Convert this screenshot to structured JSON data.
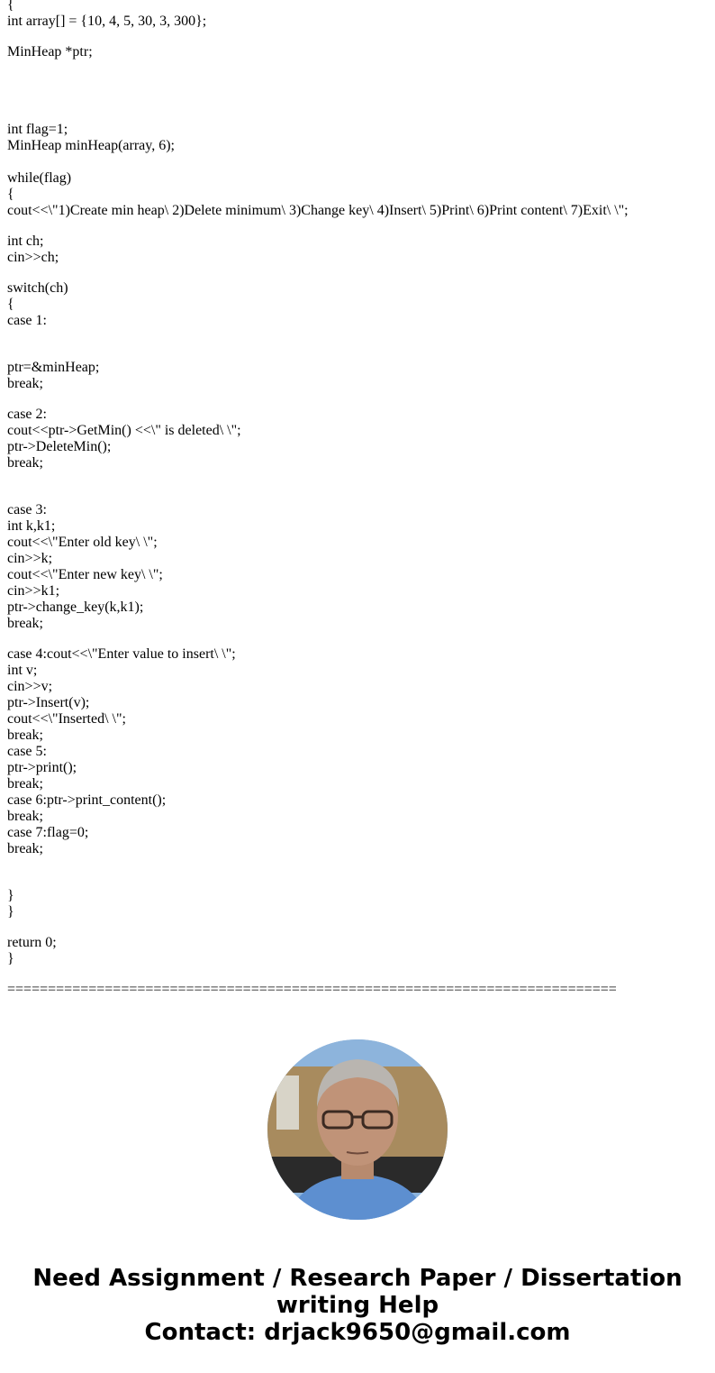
{
  "code": {
    "lines": [
      "{",
      "int array[] = {10, 4, 5, 30, 3, 300};",
      "MinHeap *ptr;",
      "int flag=1;",
      "MinHeap minHeap(array, 6);",
      "while(flag)",
      "{",
      "cout<<\\\"1)Create min heap\\ 2)Delete minimum\\ 3)Change key\\ 4)Insert\\ 5)Print\\ 6)Print content\\ 7)Exit\\ \\\";",
      "int ch;",
      "cin>>ch;",
      "switch(ch)",
      "{",
      "case 1:",
      "ptr=&minHeap;",
      "break;",
      "case 2:",
      "cout<<ptr->GetMin() <<\\\" is deleted\\ \\\";",
      "ptr->DeleteMin();",
      "break;",
      "case 3:",
      "int k,k1;",
      "cout<<\\\"Enter old key\\ \\\";",
      "cin>>k;",
      "cout<<\\\"Enter new key\\ \\\";",
      "cin>>k1;",
      "ptr->change_key(k,k1);",
      "break;",
      "case 4:cout<<\\\"Enter value to insert\\ \\\";",
      "int v;",
      "cin>>v;",
      "ptr->Insert(v);",
      "cout<<\\\"Inserted\\ \\\";",
      "break;",
      "case 5:",
      "ptr->print();",
      "break;",
      "case 6:ptr->print_content();",
      "break;",
      "case 7:flag=0;",
      "break;",
      "}",
      "}",
      "return 0;",
      "}"
    ],
    "separator": "==========================================================================="
  },
  "profile": {
    "avatar_alt": "author-photo"
  },
  "footer": {
    "line1": "Need Assignment / Research Paper / Dissertation",
    "line2": "writing Help",
    "line3": "Contact: drjack9650@gmail.com"
  }
}
